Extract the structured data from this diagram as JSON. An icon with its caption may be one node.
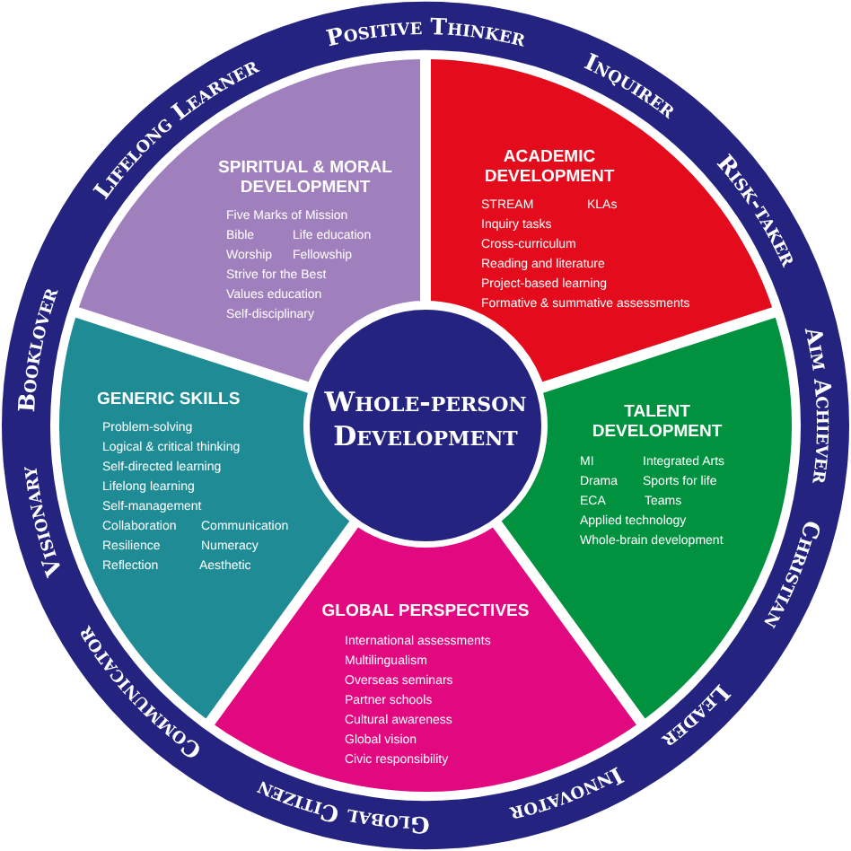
{
  "diagram": {
    "nodes": [
      {
        "text": [
          "Positive Thinker",
          "Inquirer",
          "Risk-taker",
          "Aim Achiever",
          "Christian",
          "Leader",
          "Innovator",
          "Global Citizen",
          "Communicator",
          "Visionary",
          "Booklover",
          "Lifelong Learner"
        ]
      },
      {
        "in": 0,
        "text": [
          "SPIRITUAL & MORAL DEVELOPMENT",
          "Five Marks of Mission",
          "Bible",
          "Life education",
          "Worship",
          "Fellowship",
          "Strive for the Best",
          "Values education",
          "Self-disciplinary"
        ]
      },
      {
        "in": 0,
        "text": [
          "ACADEMIC DEVELOPMENT",
          "STREAM",
          "KLAs",
          "Inquiry tasks",
          "Cross-curriculum",
          "Reading and literature",
          "Project-based learning",
          "Formative & summative assessments"
        ]
      },
      {
        "in": 0,
        "text": [
          "Whole-person Development"
        ]
      },
      {
        "in": 0,
        "text": [
          "GENERIC SKILLS",
          "Problem-solving",
          "Logical & critical thinking",
          "Self-directed learning",
          "Lifelong learning",
          "Self-management",
          "Collaboration",
          "Communication",
          "Resilience",
          "Numeracy",
          "Reflection",
          "Aesthetic"
        ]
      },
      {
        "in": 0,
        "text": [
          "TALENT DEVELOPMENT",
          "MI",
          "Integrated Arts",
          "Drama",
          "Sports for life",
          "ECA",
          "Teams",
          "Applied technology",
          "Whole-brain development"
        ]
      },
      {
        "in": 0,
        "text": [
          "GLOBAL PERSPECTIVES",
          "International assessments",
          "Multilingualism",
          "Overseas seminars",
          "Partner schools",
          "Cultural awareness",
          "Global vision",
          "Civic responsibility"
        ]
      }
    ],
    "edges": []
  }
}
